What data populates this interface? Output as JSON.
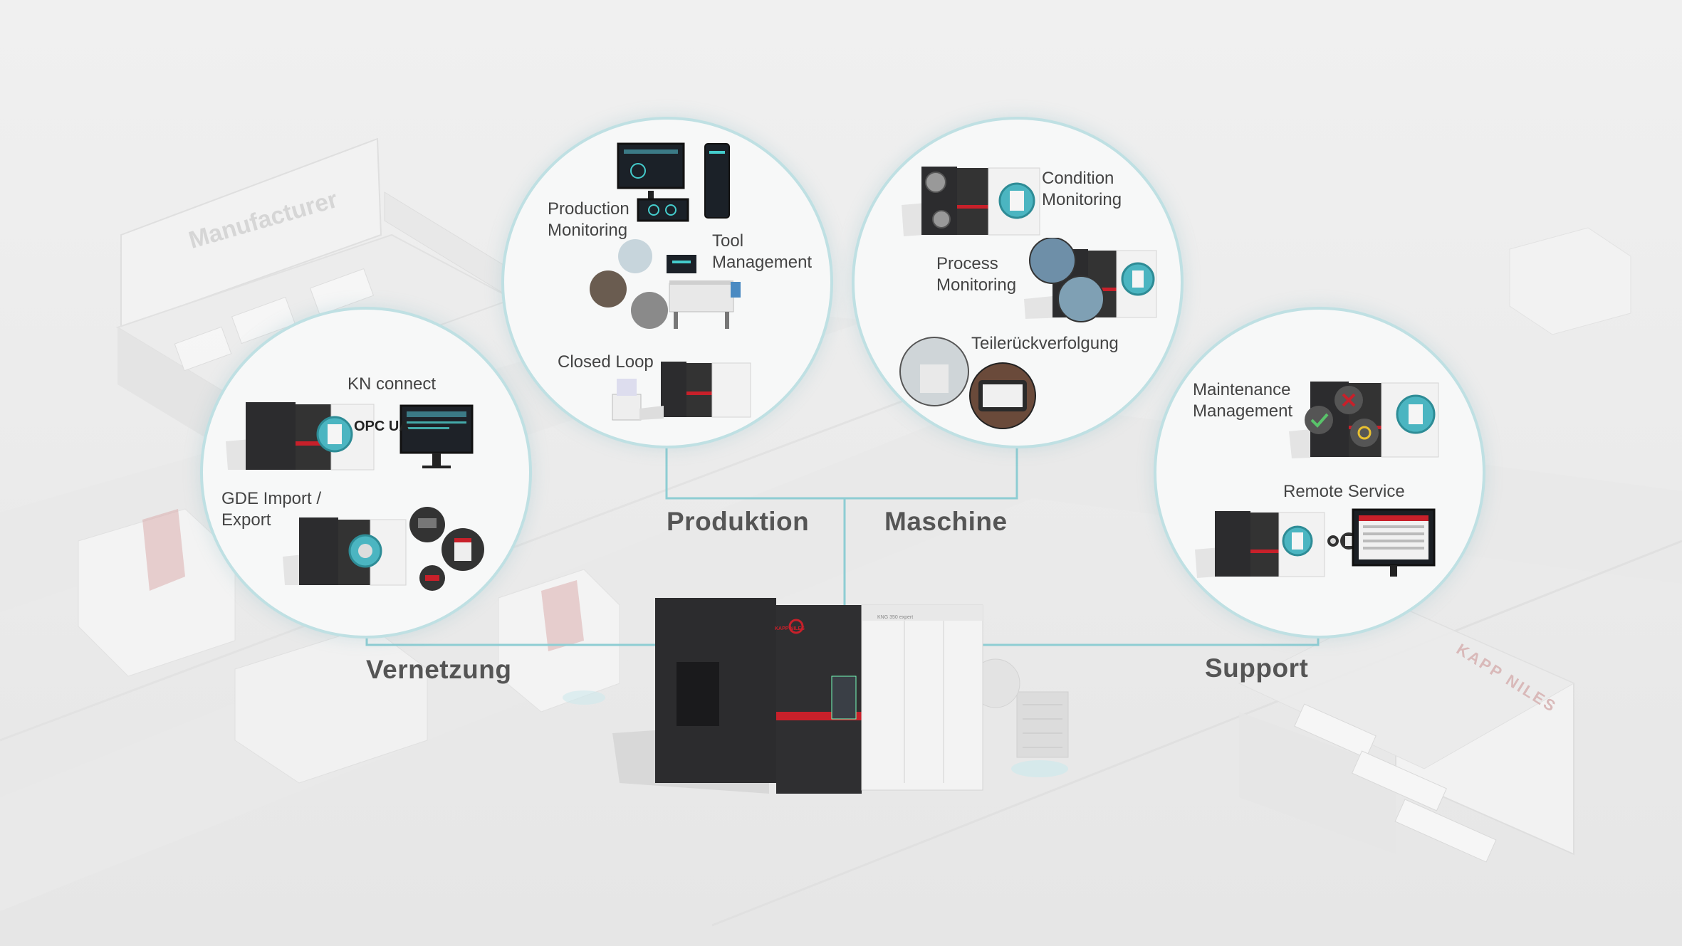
{
  "colors": {
    "background": "#ededed",
    "circle_border": "#bfe0e3",
    "connector": "#8ecdd3",
    "accent_red": "#c8202a",
    "machine_dark": "#2c2c2e"
  },
  "background": {
    "booth_left_sign": "Manufacturer",
    "booth_right_sign": "KAPP NILES"
  },
  "center_machine": {
    "brand_plate": "KAPP NILES",
    "model_plate": "KNG 350 expert"
  },
  "categories": {
    "vernetzung": {
      "label": "Vernetzung",
      "items": [
        "KN connect",
        "GDE Import /\nExport"
      ],
      "badge": "OPC UA"
    },
    "produktion": {
      "label": "Produktion",
      "items": [
        "Production\nMonitoring",
        "Tool\nManagement",
        "Closed Loop"
      ]
    },
    "maschine": {
      "label": "Maschine",
      "items": [
        "Condition\nMonitoring",
        "Process\nMonitoring",
        "Teilerückverfolgung"
      ]
    },
    "support": {
      "label": "Support",
      "items": [
        "Maintenance\nManagement",
        "Remote Service"
      ]
    }
  },
  "icons": [
    "machine-icon",
    "monitor-icon",
    "tablet-icon",
    "gear-icon",
    "lock-icon",
    "check-icon",
    "cross-icon",
    "wrench-icon",
    "laptop-icon",
    "usb-icon",
    "robot-arm-icon"
  ]
}
